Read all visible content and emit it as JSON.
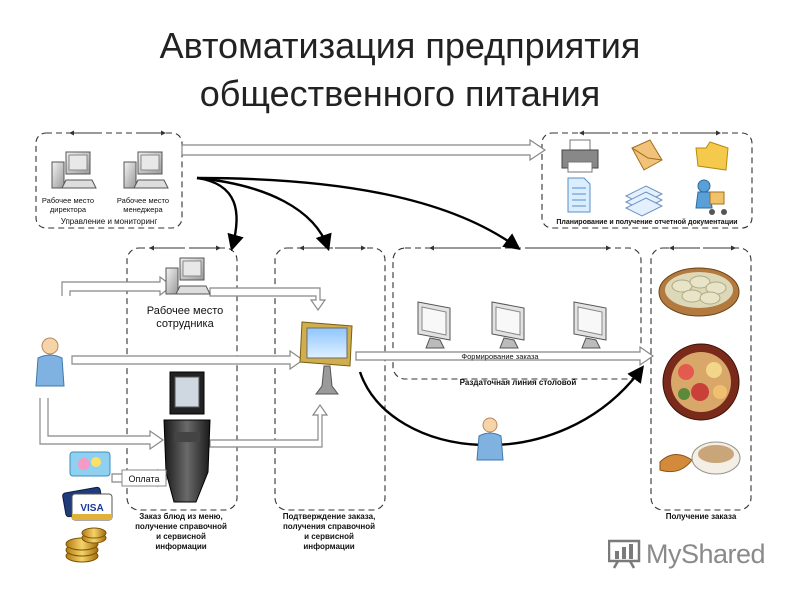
{
  "title": {
    "line1": "Автоматизация предприятия",
    "line2": "общественного питания"
  },
  "management": {
    "director_workstation": [
      "Рабочее место",
      "директора"
    ],
    "manager_workstation": [
      "Рабочее место",
      "менеджера"
    ],
    "caption": "Управление и мониторинг"
  },
  "reporting": {
    "caption": "Планирование и получение отчетной документации"
  },
  "employee": {
    "workstation": [
      "Рабочее место",
      "сотрудника"
    ]
  },
  "ordering": {
    "caption": [
      "Заказ блюд из меню,",
      "получение справочной",
      "и сервисной",
      "информации"
    ]
  },
  "confirmation": {
    "caption": [
      "Подтверждение заказа,",
      "получения справочной",
      "и сервисной",
      "информации"
    ]
  },
  "serving_line": {
    "flow_label": "Формирование заказа",
    "caption": "Раздаточная линия столовой"
  },
  "pickup": {
    "caption": "Получение заказа"
  },
  "payment": {
    "label": "Оплата",
    "card_brand": "VISA"
  },
  "logo": {
    "text": "MyShared"
  }
}
